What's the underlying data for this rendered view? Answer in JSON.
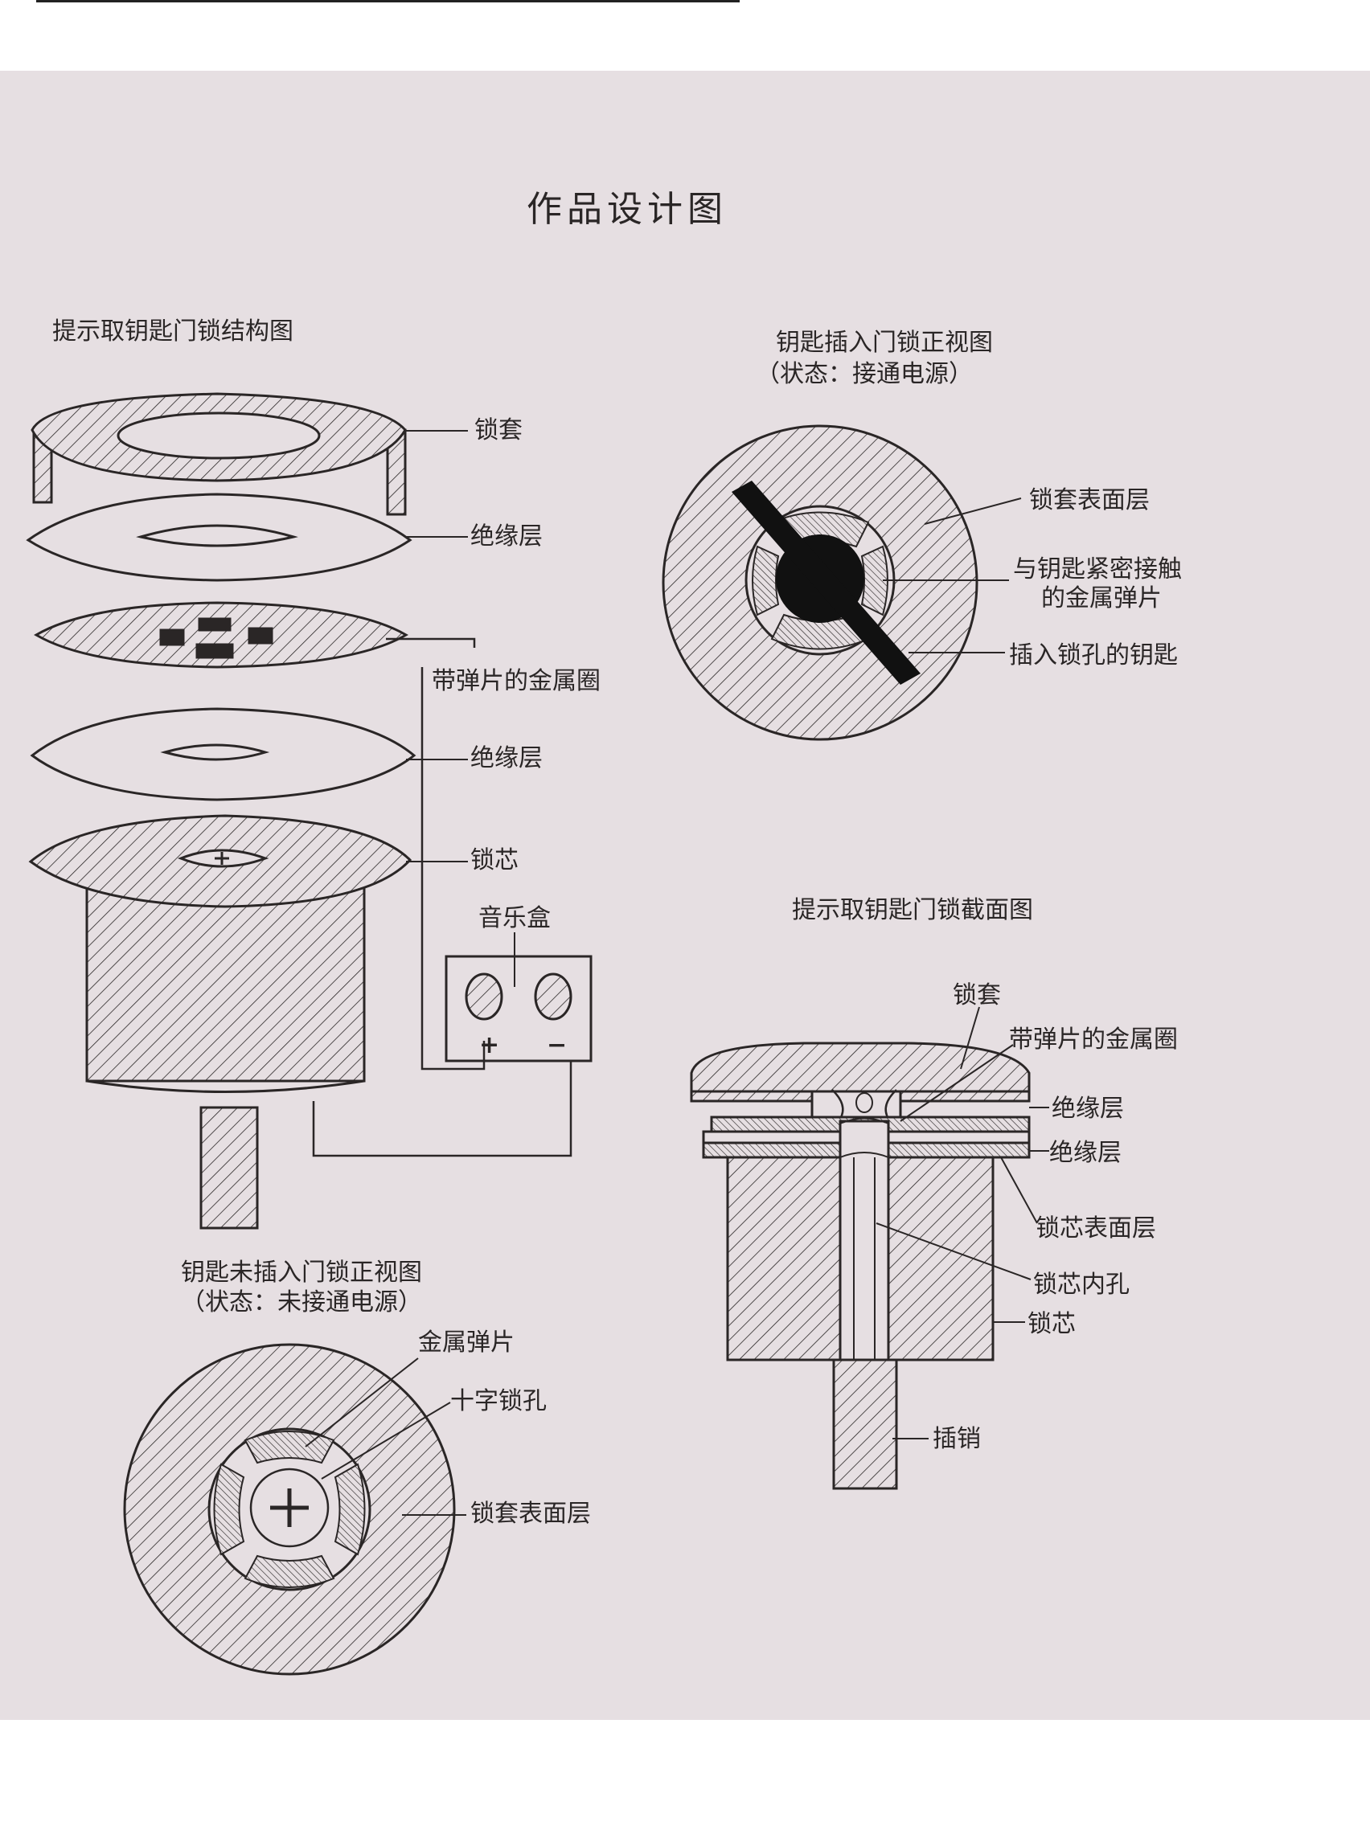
{
  "title": "作品设计图",
  "structure": {
    "heading": "提示取钥匙门锁结构图",
    "labels": {
      "sleeve": "锁套",
      "insulation1": "绝缘层",
      "metal_ring": "带弹片的金属圈",
      "insulation2": "绝缘层",
      "core": "锁芯",
      "music_box": "音乐盒",
      "plus": "+",
      "minus": "−"
    }
  },
  "front_inserted": {
    "heading": "钥匙插入门锁正视图",
    "state": "（状态：接通电源）",
    "labels": {
      "sleeve_surface": "锁套表面层",
      "springs_line1": "与钥匙紧密接触",
      "springs_line2": "的金属弹片",
      "key": "插入锁孔的钥匙"
    }
  },
  "section": {
    "heading": "提示取钥匙门锁截面图",
    "labels": {
      "sleeve": "锁套",
      "metal_ring": "带弹片的金属圈",
      "insulation1": "绝缘层",
      "insulation2": "绝缘层",
      "core_surface": "锁芯表面层",
      "core_hole": "锁芯内孔",
      "core": "锁芯",
      "pin": "插销"
    }
  },
  "front_empty": {
    "heading": "钥匙未插入门锁正视图",
    "state": "（状态：未接通电源）",
    "labels": {
      "springs": "金属弹片",
      "cross_hole": "十字锁孔",
      "sleeve_surface": "锁套表面层"
    }
  }
}
